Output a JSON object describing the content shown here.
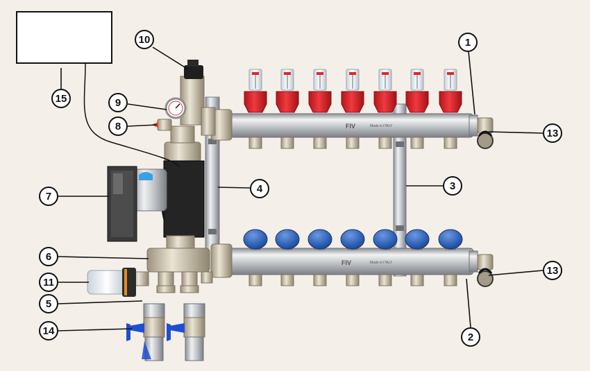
{
  "colors": {
    "background": "#f5efe9",
    "steel": "#c9ccd0",
    "brass": "#cfc6b4",
    "red_cap": "#e0262b",
    "blue_cap": "#2f63b8",
    "pump_black": "#222222",
    "valve_blue": "#1f4fd0",
    "line": "#111111"
  },
  "manifold_top": {
    "brand": "FIV",
    "origin": "Made in ITALY"
  },
  "manifold_bottom": {
    "brand": "FIV",
    "origin": "Made in ITALY"
  },
  "callouts": [
    {
      "id": "1",
      "label": "1"
    },
    {
      "id": "2",
      "label": "2"
    },
    {
      "id": "3",
      "label": "3"
    },
    {
      "id": "4",
      "label": "4"
    },
    {
      "id": "5",
      "label": "5"
    },
    {
      "id": "6",
      "label": "6"
    },
    {
      "id": "7",
      "label": "7"
    },
    {
      "id": "8",
      "label": "8"
    },
    {
      "id": "9",
      "label": "9"
    },
    {
      "id": "10",
      "label": "10"
    },
    {
      "id": "11",
      "label": "11"
    },
    {
      "id": "13a",
      "label": "13"
    },
    {
      "id": "13b",
      "label": "13"
    },
    {
      "id": "14",
      "label": "14"
    },
    {
      "id": "15",
      "label": "15"
    }
  ]
}
